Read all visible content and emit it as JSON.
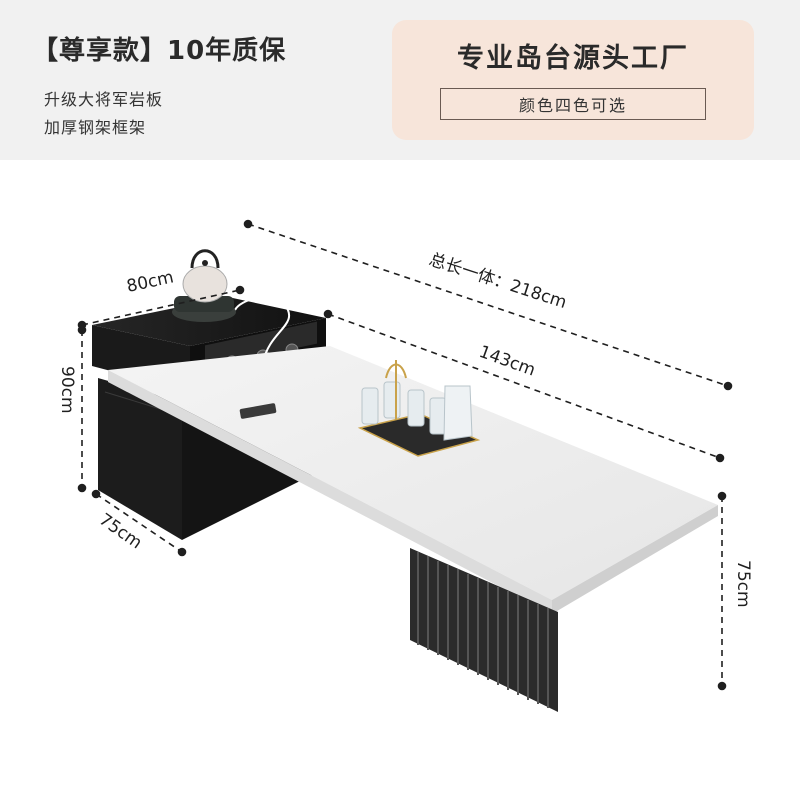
{
  "header": {
    "headline": "【尊享款】10年质保",
    "features": [
      "升级大将军岩板",
      "加厚钢架框架"
    ]
  },
  "promo": {
    "title": "专业岛台源头工厂",
    "subtitle": "颜色四色可选"
  },
  "dimensions": {
    "overall_length": "总长一体：218cm",
    "table_length": "143cm",
    "cabinet_width": "80cm",
    "cabinet_height": "90cm",
    "cabinet_depth": "75cm",
    "table_height": "75cm"
  },
  "colors": {
    "header_bg": "#f1f1f1",
    "promo_bg": "#f7e5da",
    "cabinet": "#1c1c1c",
    "tabletop": "#ffffff",
    "leg": "#2b2b2b"
  }
}
